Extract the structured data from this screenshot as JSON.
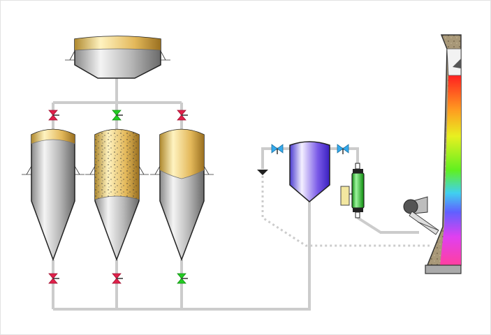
{
  "diagram": {
    "type": "process-flow",
    "silos": [
      {
        "id": "top-bin",
        "fill_state": "partial-upper"
      },
      {
        "id": "silo-1",
        "fill_state": "low"
      },
      {
        "id": "silo-2",
        "fill_state": "full-granular"
      },
      {
        "id": "silo-3",
        "fill_state": "high"
      }
    ],
    "valves": [
      {
        "id": "silo-1-inlet-valve",
        "state": "closed",
        "color": "#e0204a"
      },
      {
        "id": "silo-2-inlet-valve",
        "state": "open",
        "color": "#22cc22"
      },
      {
        "id": "silo-3-inlet-valve",
        "state": "closed",
        "color": "#e0204a"
      },
      {
        "id": "silo-1-outlet-valve",
        "state": "closed",
        "color": "#e0204a"
      },
      {
        "id": "silo-2-outlet-valve",
        "state": "closed",
        "color": "#e0204a"
      },
      {
        "id": "silo-3-outlet-valve",
        "state": "open",
        "color": "#22cc22"
      },
      {
        "id": "hopper-left-valve",
        "state": "neutral",
        "color": "#33aaee"
      },
      {
        "id": "hopper-right-valve",
        "state": "neutral",
        "color": "#33aaee"
      }
    ],
    "colors": {
      "pipe": "#cccccc",
      "material": "#e8c25a",
      "hopper": "#6a4ce0",
      "flowmeter": "#22cc22",
      "furnace_wall": "#9a8a70"
    }
  }
}
